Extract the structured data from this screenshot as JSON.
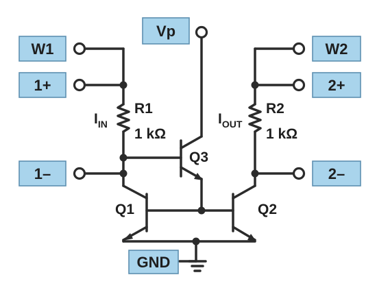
{
  "terminals": {
    "w1": "W1",
    "in_plus": "1+",
    "in_minus": "1–",
    "vp": "Vp",
    "w2": "W2",
    "out_plus": "2+",
    "out_minus": "2–",
    "gnd": "GND"
  },
  "components": {
    "r1": {
      "name": "R1",
      "value": "1 kΩ"
    },
    "r2": {
      "name": "R2",
      "value": "1 kΩ"
    },
    "q1": "Q1",
    "q2": "Q2",
    "q3": "Q3"
  },
  "currents": {
    "in": {
      "main": "I",
      "sub": "IN"
    },
    "out": {
      "main": "I",
      "sub": "OUT"
    }
  }
}
